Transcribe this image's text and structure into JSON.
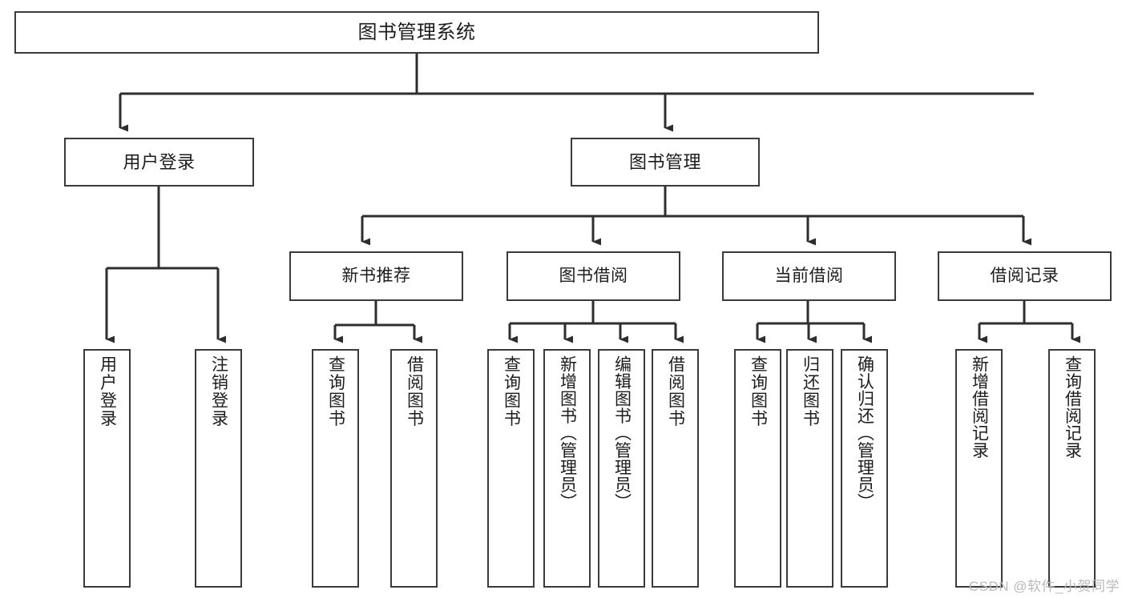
{
  "diagram": {
    "title": "图书管理系统",
    "type": "tree-hierarchy",
    "colors": {
      "box_border": "#3a3a3a",
      "box_fill": "#ffffff",
      "edge": "#2e2e2e",
      "text": "#1c1c1c",
      "watermark": "#b9b9b9",
      "background": "#ffffff"
    },
    "root": {
      "label": "图书管理系统"
    },
    "level2": [
      {
        "label": "用户登录"
      },
      {
        "label": "图书管理"
      }
    ],
    "level3": [
      {
        "label": "新书推荐"
      },
      {
        "label": "图书借阅"
      },
      {
        "label": "当前借阅"
      },
      {
        "label": "借阅记录"
      }
    ],
    "leaves": [
      {
        "label": "用户登录",
        "parent": "用户登录"
      },
      {
        "label": "注销登录",
        "parent": "用户登录"
      },
      {
        "label": "查询图书",
        "parent": "新书推荐"
      },
      {
        "label": "借阅图书",
        "parent": "新书推荐"
      },
      {
        "label": "查询图书",
        "parent": "图书借阅"
      },
      {
        "label": "新增图书（管理员）",
        "parent": "图书借阅"
      },
      {
        "label": "编辑图书（管理员）",
        "parent": "图书借阅"
      },
      {
        "label": "借阅图书",
        "parent": "图书借阅"
      },
      {
        "label": "查询图书",
        "parent": "当前借阅"
      },
      {
        "label": "归还图书",
        "parent": "当前借阅"
      },
      {
        "label": "确认归还（管理员）",
        "parent": "当前借阅"
      },
      {
        "label": "新增借阅记录",
        "parent": "借阅记录"
      },
      {
        "label": "查询借阅记录",
        "parent": "借阅记录"
      }
    ],
    "watermark": "CSDN @软件_小贺同学"
  }
}
